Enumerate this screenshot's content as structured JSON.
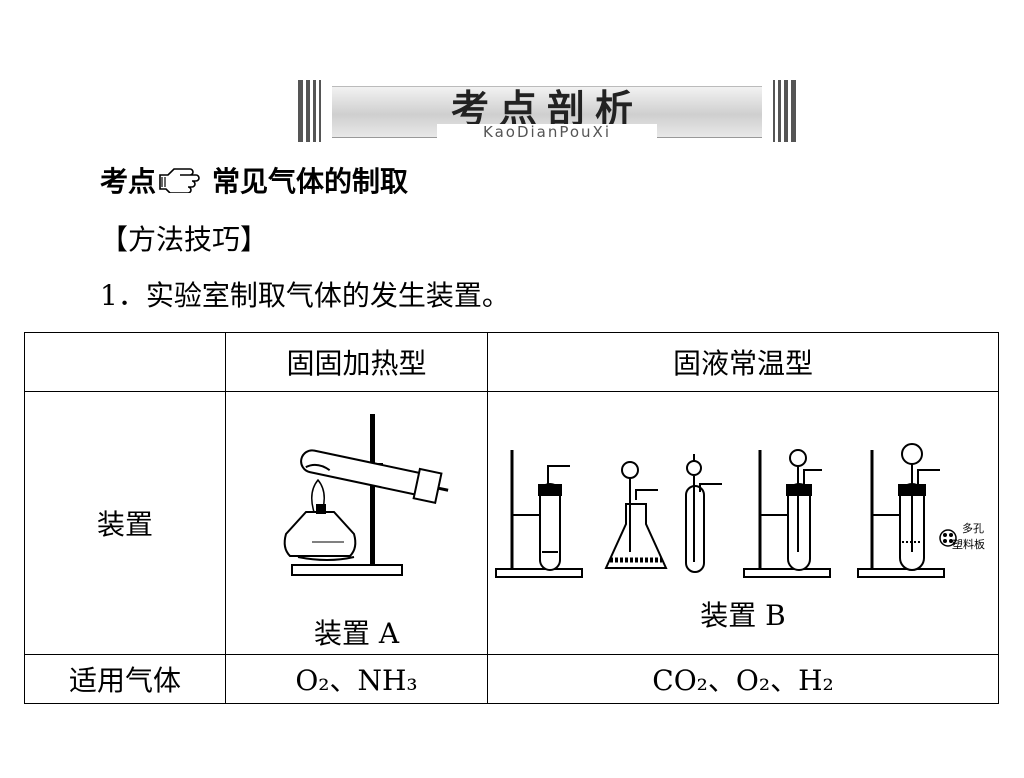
{
  "banner": {
    "title": "考点剖析",
    "pinyin": "KaoDianPouXi"
  },
  "heading": {
    "prefix": "考点",
    "text": "常见气体的制取"
  },
  "section": "【方法技巧】",
  "intro": "1．实验室制取气体的发生装置。",
  "table": {
    "headers": [
      "",
      "固固加热型",
      "固液常温型"
    ],
    "row_device": {
      "label": "装置",
      "a_caption": "装置 A",
      "b_caption": "装置 B",
      "plate_note_1": "多孔",
      "plate_note_2": "塑料板"
    },
    "row_gas": {
      "label": "适用气体",
      "a_gases": "O₂、NH₃",
      "b_gases": "CO₂、O₂、H₂"
    }
  }
}
